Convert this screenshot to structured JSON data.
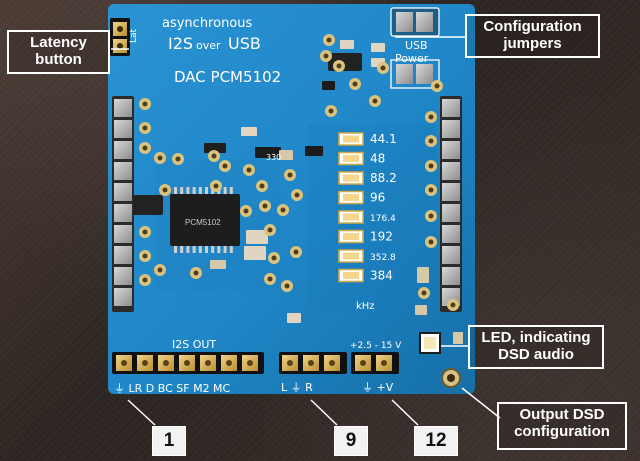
{
  "board": {
    "title_line1": "asynchronous",
    "title_i2s": "I2S",
    "title_over": "over",
    "title_usb": "USB",
    "model": "DAC PCM5102",
    "lat_text": "Lat",
    "usb_power": "USB\nPower",
    "usb_label": "USB",
    "power_label": "Power",
    "i2s_out": "I2S OUT",
    "pin_labels_left": "⏚ LR D BC SF M2 MC",
    "pin_labels_mid": "L ⏚ R",
    "pin_labels_right": "+2.5 - 15 V",
    "pin_labels_right2": "⏚ +V",
    "khz": "kHz",
    "freqs": [
      "44.1",
      "48",
      "88.2",
      "96",
      "176.4",
      "192",
      "352.8",
      "384"
    ],
    "ic_label": "330"
  },
  "annotations": {
    "latency": "Latency\nbutton",
    "latency_line1": "Latency",
    "latency_line2": "button",
    "config_line1": "Configuration",
    "config_line2": "jumpers",
    "led_line1": "LED, indicating",
    "led_line2": "DSD audio",
    "output_line1": "Output DSD",
    "output_line2": "configuration"
  },
  "callouts": {
    "n1": "1",
    "n9": "9",
    "n12": "12"
  },
  "colors": {
    "pcb": "#1f86c7",
    "pcb_dark": "#156aa3",
    "gold": "#d9b45a",
    "white": "#ffffff",
    "background": "#3a2f2b"
  }
}
